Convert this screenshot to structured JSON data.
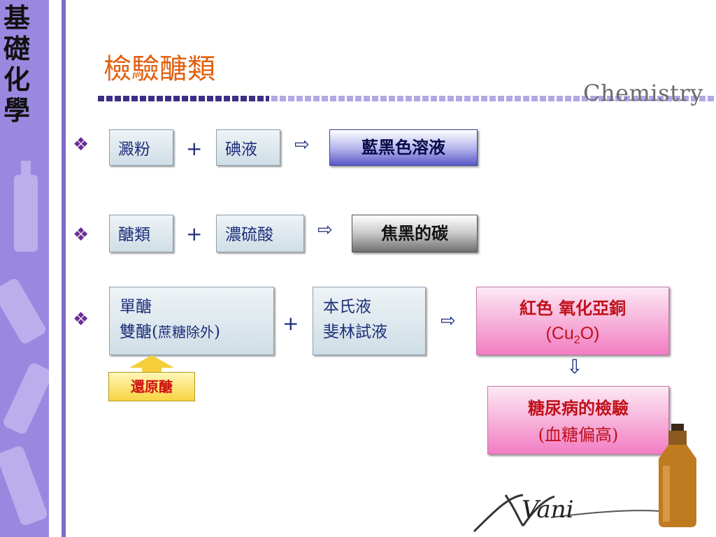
{
  "sidebar": {
    "title_chars": [
      "基",
      "礎",
      "化",
      "學"
    ]
  },
  "header": {
    "title": "檢驗醣類",
    "chemistry": "Chemistry"
  },
  "rows": [
    {
      "reactant1": "澱粉",
      "plus": "+",
      "reactant2": "碘液",
      "arrow": "⇨",
      "result": "藍黑色溶液"
    },
    {
      "reactant1": "醣類",
      "plus": "+",
      "reactant2": "濃硫酸",
      "arrow": "⇨",
      "result": "焦黑的碳"
    },
    {
      "reactant1_line1": "單醣",
      "reactant1_line2": "雙醣(",
      "reactant1_note": "蔗糖除外",
      "reactant1_close": ")",
      "plus": "+",
      "reactant2_line1": "本氏液",
      "reactant2_line2": "斐林試液",
      "arrow": "⇨",
      "result_line1": "紅色 氧化亞銅",
      "result_formula_pre": "(Cu",
      "result_formula_sub": "2",
      "result_formula_post": "O)"
    }
  ],
  "bullet_symbol": "❖",
  "reducing_label": "還原醣",
  "down_arrow": "⇩",
  "diabetes": {
    "line1": "糖尿病的檢驗",
    "line2": "(血糖偏高)"
  },
  "signature": "Vani",
  "colors": {
    "title": "#e06010",
    "bullet": "#6a2e94",
    "sidebar": "#9a88e0",
    "pink_text": "#c0101a"
  }
}
